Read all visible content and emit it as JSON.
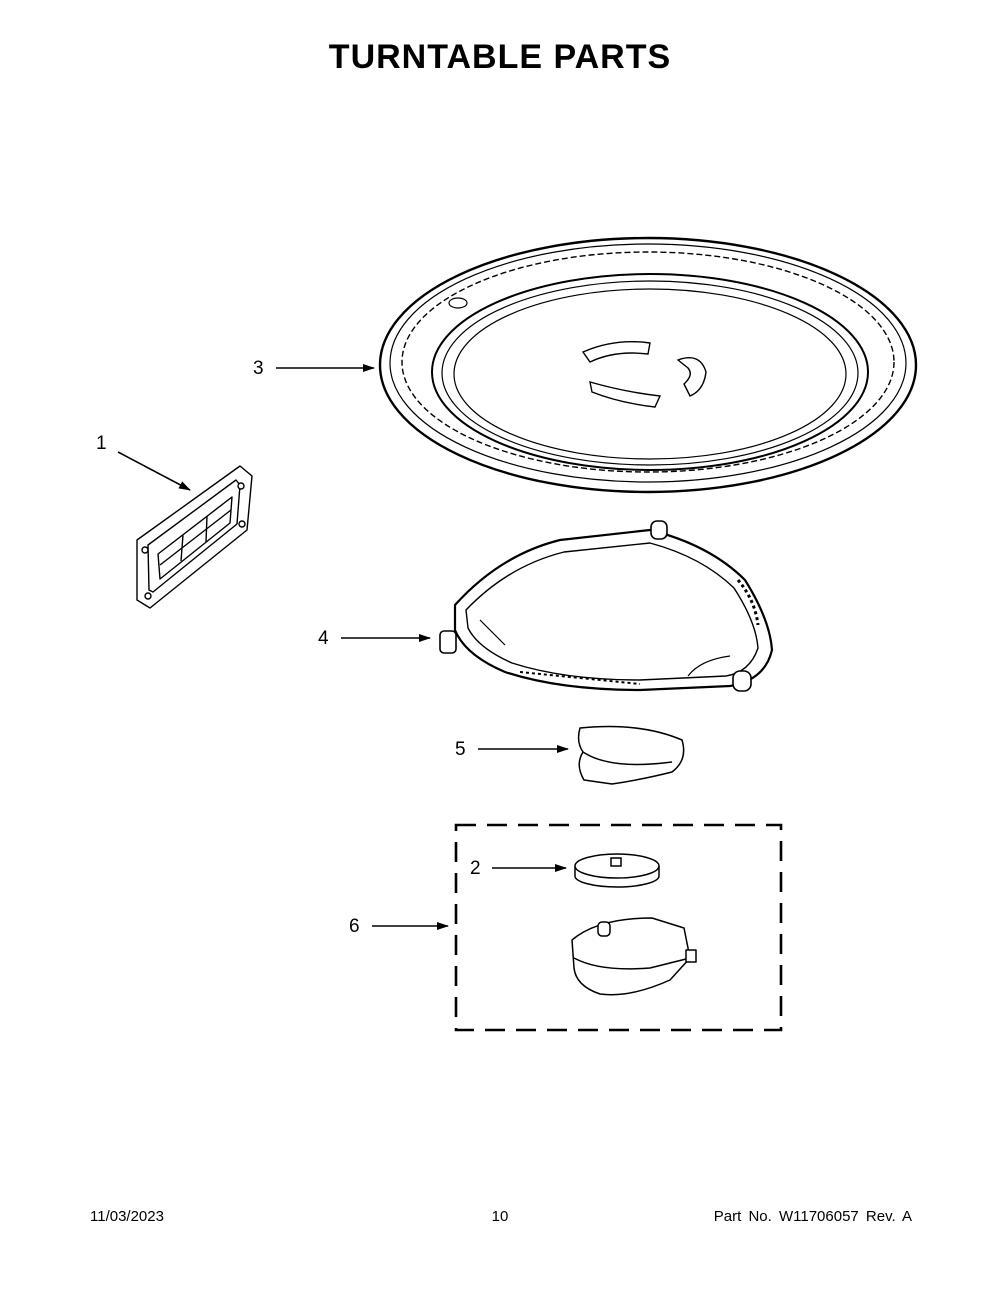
{
  "title": "TURNTABLE PARTS",
  "callouts": [
    "1",
    "2",
    "3",
    "4",
    "5",
    "6"
  ],
  "footer": {
    "date": "11/03/2023",
    "page": "10",
    "part": "Part No.  W11706057  Rev.  A"
  }
}
